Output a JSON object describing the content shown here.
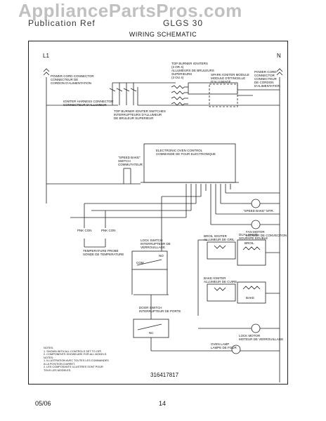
{
  "header": {
    "brand": "Publication Ref",
    "model": "GLGS 30",
    "watermark": "AppliancePartsPros.com",
    "title": "WIRING SCHEMATIC"
  },
  "diagram": {
    "l1": "L1",
    "n": "N",
    "power_cord_left": [
      "POWER CORD CONNECTOR",
      "CONNECTEUR DE",
      "CORDON D'ALIMENTATION"
    ],
    "power_cord_right": [
      "POWER CORD",
      "CONNECTOR",
      "CONNECTEUR",
      "DE CORDON",
      "D'ALIMENTATION"
    ],
    "top_burner_igniters": [
      "TOP BURNER IGNITERS",
      "(3 OR 4)",
      "ALLUMEURS DE BRULEURS",
      "SUPERIEURS",
      "(3 OU 4)"
    ],
    "spark_module": [
      "SPARK IGNITER MODULE",
      "MODULE D'ETINCELLE",
      "D'ALLUMAGE"
    ],
    "igniter_harness": [
      "IGNITER HARNESS CONNECTOR",
      "CONNECTEUR D'ALLUMEUR"
    ],
    "top_burner_switches": [
      "TOP BURNER IGNITER SWITCHES",
      "INTERRUPTEURS D'ALLUMEUR",
      "DE BRULEUR SUPERIEUR"
    ],
    "eoc": [
      "ELECTRONIC OVEN CONTROL",
      "COMMANDE DE FOUR ELECTRONIQUE"
    ],
    "speed_bake_switch": [
      "\"SPEED BAKE\"",
      "SWITCH",
      "COMMUTATEUR"
    ],
    "speed_bake_mtr": "\"SPEED BAKE\" MTR.",
    "fan_motor": [
      "FAN MOTOR",
      "MOTEUR DE CONVECTION"
    ],
    "pnk_con_1": "PNK CON",
    "pnk_con_2": "PNK CON",
    "temp_probe": [
      "TEMPERATURE PROBE",
      "SONDE DE TEMPERATURE"
    ],
    "lock_switch": [
      "LOCK SWITCH",
      "INTERRUPTEUR DE",
      "VERROUILLAGE"
    ],
    "com": "COM",
    "no": "NO",
    "nc": "NC",
    "door_switch": [
      "DOOR SWITCH",
      "INTERRUPTEUR DE PORTE"
    ],
    "broil_igniter": [
      "BROIL IGNITER",
      "ALLUMEUR DE GRIL"
    ],
    "dual_valve": [
      "DUAL VALVE",
      "SOUPAPE DOUBLE"
    ],
    "broil": "BROIL",
    "bake": "BAKE",
    "bake_igniter": [
      "BAKE IGNITER",
      "ALLUMEUR DE CUIRE"
    ],
    "lock_motor": [
      "LOCK MOTOR",
      "MOTEUR DE VERROUILLAGE"
    ],
    "oven_lamp": [
      "OVEN LAMP",
      "LAMPE DE FOUR"
    ],
    "notes": [
      "NOTES:",
      "1.  SHOWN WITH ALL CONTROLS SET TO OFF.",
      "2.  COMPONENTS SHOWN ARE FOR ALL MODELS.",
      "NOTES:",
      "1.  ILLUSTRATION AVEC TOUTES LES COMMANDES",
      "     A LA POSITION D'ARRET.",
      "2.  LES COMPOSANTS ILLUSTRES SONT POUR",
      "     TOUS LES MODELES."
    ],
    "part_number": "316417817"
  },
  "footer": {
    "date": "05/06",
    "page": "14"
  }
}
